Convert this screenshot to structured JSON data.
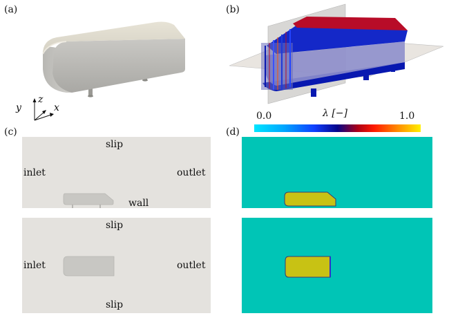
{
  "panels": {
    "a": "(a)",
    "b": "(b)",
    "c": "(c)",
    "d": "(d)"
  },
  "axes": {
    "x": "x",
    "y": "y",
    "z": "z"
  },
  "colorbar": {
    "label": "λ [−]",
    "min": "0.0",
    "max": "1.0"
  },
  "domain_top": {
    "top": "slip",
    "left": "inlet",
    "right": "outlet",
    "bottom": "wall"
  },
  "domain_bottom": {
    "top": "slip",
    "left": "inlet",
    "right": "outlet",
    "bottom": "slip"
  },
  "colors": {
    "domain_gray": "#e4e2de",
    "fluid": "#00c5b6",
    "solid": "#c8c214",
    "body_red": "#c0102a",
    "body_blue": "#0818b0"
  }
}
